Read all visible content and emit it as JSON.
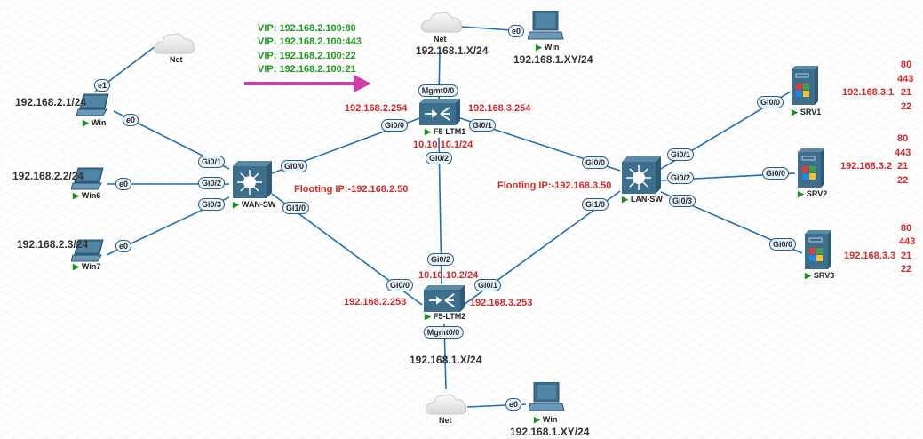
{
  "vips": [
    "VIP: 192.168.2.100:80",
    "VIP: 192.168.2.100:443",
    "VIP: 192.168.2.100:22",
    "VIP: 192.168.2.100:21"
  ],
  "colors": {
    "link": "#1f6fb2",
    "arrow": "#d13ca8",
    "device": "#3d6f8c",
    "ip_red": "#d32a2a",
    "vip_green": "#1f9a1f"
  },
  "nodes": {
    "net_top_left": {
      "name": "Net",
      "icon": "cloud-icon"
    },
    "win_top_left": {
      "name": "Win",
      "ip": "192.168.2.1/24",
      "icon": "laptop-icon"
    },
    "win6": {
      "name": "Win6",
      "ip": "192.168.2.2/24",
      "icon": "laptop-icon"
    },
    "win7": {
      "name": "Win7",
      "ip": "192.168.2.3/24",
      "icon": "laptop-icon"
    },
    "wan_sw": {
      "name": "WAN-SW",
      "icon": "switch-icon"
    },
    "net_top": {
      "name": "Net",
      "ip": "192.168.1.X/24",
      "icon": "cloud-icon"
    },
    "win_top": {
      "name": "Win",
      "ip": "192.168.1.XY/24",
      "icon": "desktop-icon"
    },
    "f5_ltm1": {
      "name": "F5-LTM1",
      "icon": "load-balancer-icon",
      "ip_left": "192.168.2.254",
      "ip_right": "192.168.3.254",
      "ip_ha": "10.10.10.1/24"
    },
    "f5_ltm2": {
      "name": "F5-LTM2",
      "icon": "load-balancer-icon",
      "ip_left": "192.168.2.253",
      "ip_right": "192.168.3.253",
      "ip_ha": "10.10.10.2/24"
    },
    "lan_sw": {
      "name": "LAN-SW",
      "icon": "switch-icon"
    },
    "srv1": {
      "name": "SRV1",
      "ip": "192.168.3.1",
      "ports": [
        "80",
        "443",
        "21",
        "22"
      ],
      "icon": "server-icon"
    },
    "srv2": {
      "name": "SRV2",
      "ip": "192.168.3.2",
      "ports": [
        "80",
        "443",
        "21",
        "22"
      ],
      "icon": "server-icon"
    },
    "srv3": {
      "name": "SRV3",
      "ip": "192.168.3.3",
      "ports": [
        "80",
        "443",
        "21",
        "22"
      ],
      "icon": "server-icon"
    },
    "net_bottom": {
      "name": "Net",
      "ip": "192.168.1.X/24",
      "icon": "cloud-icon"
    },
    "win_bottom": {
      "name": "Win",
      "ip": "192.168.1.XY/24",
      "icon": "desktop-icon"
    }
  },
  "floating": {
    "wan": "Flooting IP:-192.168.2.50",
    "lan": "Flooting IP:-192.168.3.50"
  },
  "ports": {
    "win_tl_e1": "e1",
    "win_tl_e0": "e0",
    "win6_e0": "e0",
    "win7_e0": "e0",
    "wan_gi01": "Gi0/1",
    "wan_gi02": "Gi0/2",
    "wan_gi03": "Gi0/3",
    "wan_gi00": "Gi0/0",
    "wan_gi10": "Gi1/0",
    "ltm1_mgmt": "Mgmt0/0",
    "ltm1_gi00": "Gi0/0",
    "ltm1_gi01": "Gi0/1",
    "ltm1_gi02": "Gi0/2",
    "ltm2_gi02": "Gi0/2",
    "ltm2_gi00": "Gi0/0",
    "ltm2_gi01": "Gi0/1",
    "ltm2_mgmt": "Mgmt0/0",
    "lan_gi00": "Gi0/0",
    "lan_gi10": "Gi1/0",
    "lan_gi01": "Gi0/1",
    "lan_gi02": "Gi0/2",
    "lan_gi03": "Gi0/3",
    "srv1_gi00": "Gi0/0",
    "srv2_gi00": "Gi0/0",
    "srv3_gi00": "Gi0/0",
    "win_top_e0": "e0",
    "win_bottom_e0": "e0"
  }
}
